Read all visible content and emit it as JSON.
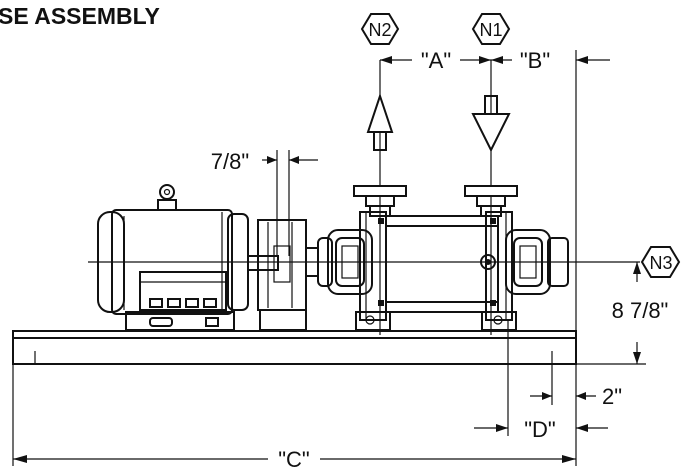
{
  "title": "SE ASSEMBLY",
  "nozzles": {
    "n1": "N1",
    "n2": "N2",
    "n3": "N3"
  },
  "dimensions": {
    "a": "\"A\"",
    "b": "\"B\"",
    "c": "\"C\"",
    "d": "\"D\"",
    "shaft_width": "7/8\"",
    "centerline_height": "8 7/8\"",
    "edge_offset": "2\""
  }
}
